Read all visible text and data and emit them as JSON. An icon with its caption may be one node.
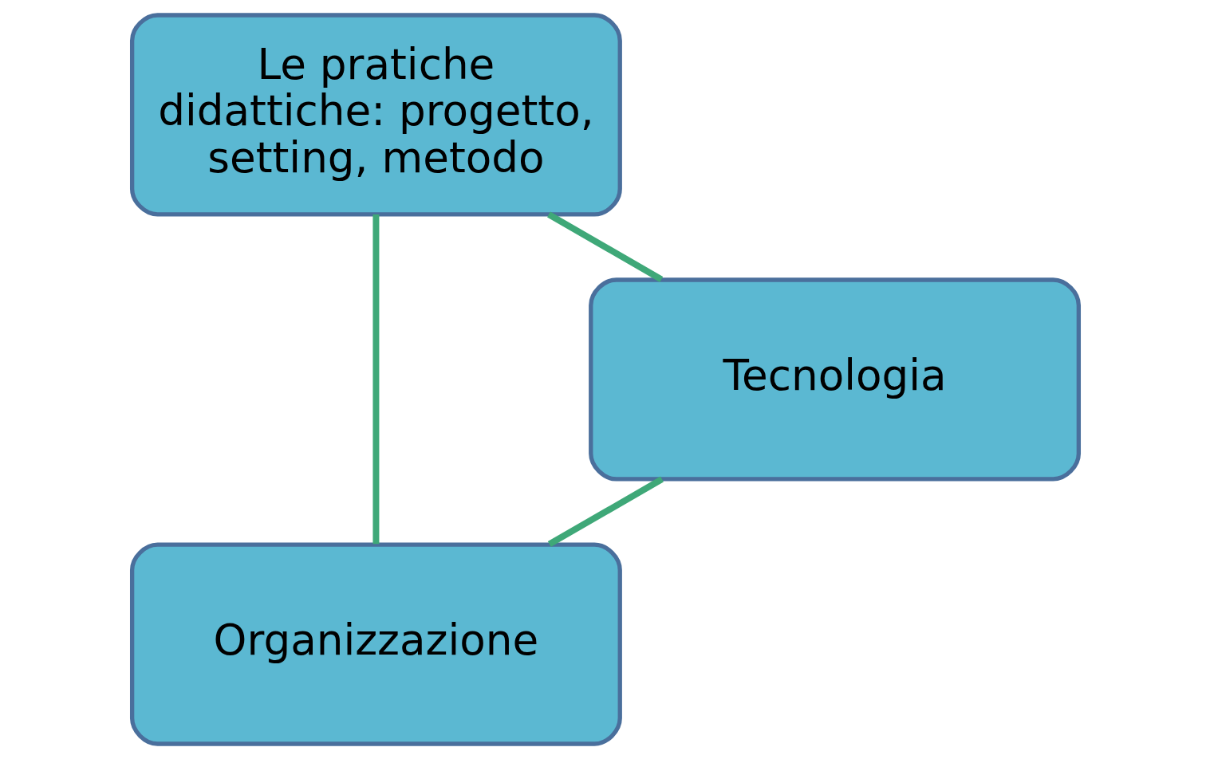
{
  "diagram": {
    "nodes": [
      {
        "text": [
          "Organizzazione"
        ]
      },
      {
        "text": [
          "Le pratiche didattiche: progetto, setting, metodo"
        ]
      },
      {
        "text": [
          "Tecnologia"
        ]
      }
    ],
    "edges": [
      {
        "from": 0,
        "to": 1,
        "arrow": "none"
      },
      {
        "from": 1,
        "to": 2,
        "arrow": "none"
      },
      {
        "from": 2,
        "to": 0,
        "arrow": "none"
      }
    ]
  }
}
